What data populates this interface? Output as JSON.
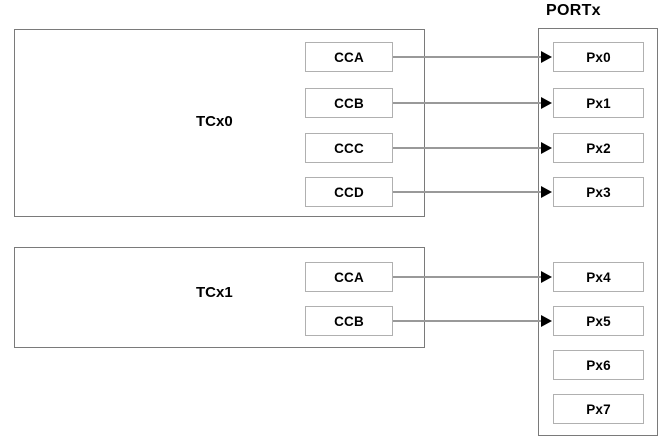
{
  "diagram": {
    "title_port": "PORTx",
    "blocks": [
      {
        "id": "tcx0",
        "label": "TCx0"
      },
      {
        "id": "tcx1",
        "label": "TCx1"
      }
    ],
    "tcx0_channels": [
      {
        "label": "CCA"
      },
      {
        "label": "CCB"
      },
      {
        "label": "CCC"
      },
      {
        "label": "CCD"
      }
    ],
    "tcx1_channels": [
      {
        "label": "CCA"
      },
      {
        "label": "CCB"
      }
    ],
    "port_pins": [
      {
        "label": "Px0"
      },
      {
        "label": "Px1"
      },
      {
        "label": "Px2"
      },
      {
        "label": "Px3"
      },
      {
        "label": "Px4"
      },
      {
        "label": "Px5"
      },
      {
        "label": "Px6"
      },
      {
        "label": "Px7"
      }
    ],
    "connections": [
      {
        "from": "TCx0.CCA",
        "to": "Px0"
      },
      {
        "from": "TCx0.CCB",
        "to": "Px1"
      },
      {
        "from": "TCx0.CCC",
        "to": "Px2"
      },
      {
        "from": "TCx0.CCD",
        "to": "Px3"
      },
      {
        "from": "TCx1.CCA",
        "to": "Px4"
      },
      {
        "from": "TCx1.CCB",
        "to": "Px5"
      }
    ],
    "colors": {
      "block_border": "#7a7a7a",
      "cell_border": "#b0b0b0",
      "wire": "#999999",
      "arrow": "#000000",
      "text": "#000000",
      "background": "#ffffff"
    }
  }
}
